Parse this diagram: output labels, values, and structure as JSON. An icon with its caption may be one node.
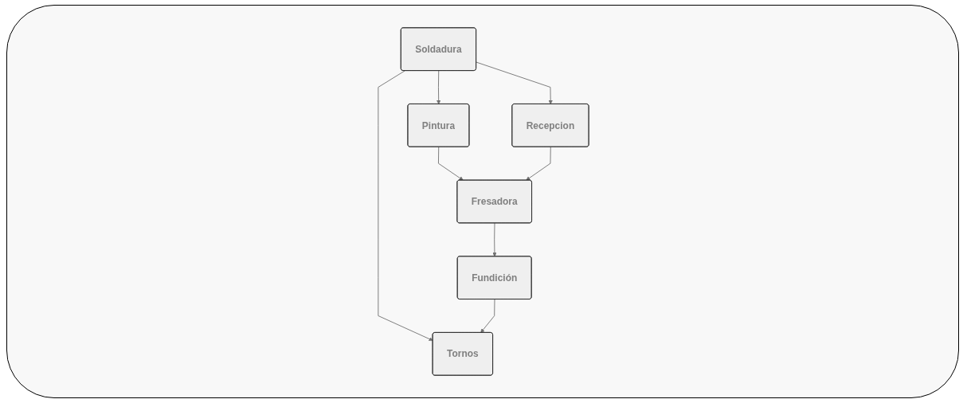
{
  "diagram": {
    "nodes": [
      {
        "text": [
          "Pintura"
        ]
      },
      {
        "text": [
          "Soldadura"
        ]
      },
      {
        "text": [
          "Tornos"
        ]
      },
      {
        "text": [
          "Recepcion"
        ]
      },
      {
        "text": [
          "Fresadora"
        ]
      },
      {
        "text": [
          "Fundición"
        ]
      }
    ],
    "edges": [
      {
        "from": 1,
        "to": 0,
        "arrow": "to"
      },
      {
        "from": 1,
        "to": 2,
        "arrow": "to"
      },
      {
        "from": 0,
        "to": 4,
        "arrow": "to"
      },
      {
        "from": 1,
        "to": 3,
        "arrow": "to"
      },
      {
        "from": 3,
        "to": 4,
        "arrow": "to"
      },
      {
        "from": 4,
        "to": 5,
        "arrow": "to"
      },
      {
        "from": 5,
        "to": 2,
        "arrow": "to"
      }
    ]
  }
}
